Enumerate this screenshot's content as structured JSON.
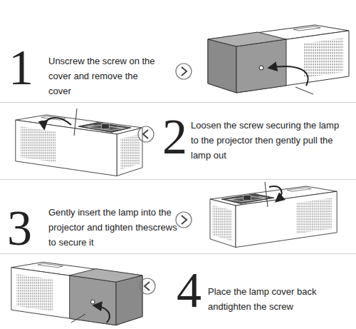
{
  "diagram": {
    "labels": [
      "1",
      "Unscrew the screw on the cover and remove the cover",
      "2",
      "Loosen the screw securing the lamp to the projector then gently pull the lamp out",
      "3",
      "Gently insert the lamp into the projector and tighten thescrews to secure it",
      "4",
      "Place the lamp cover back andtighten the screw"
    ]
  }
}
